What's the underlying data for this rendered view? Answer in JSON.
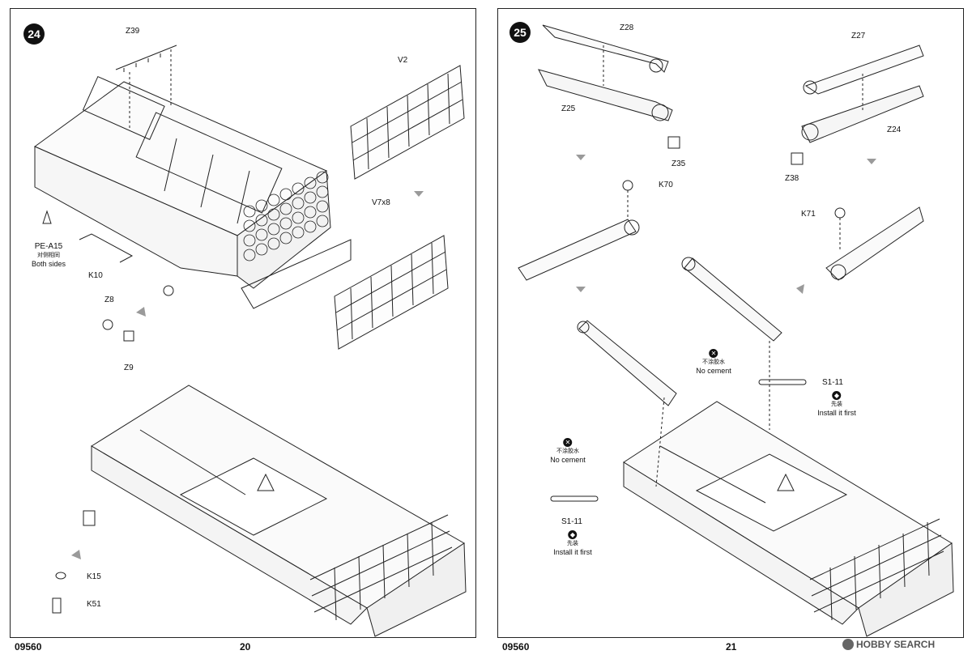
{
  "left_page": {
    "step_number": "24",
    "page_number": "20",
    "product_code": "09560",
    "labels": {
      "z39": "Z39",
      "v2": "V2",
      "v7x8": "V7x8",
      "pe_a15": "PE-A15",
      "pe_a15_cn": "对侧相同",
      "pe_a15_note": "Both sides",
      "k10": "K10",
      "z8": "Z8",
      "z9": "Z9",
      "k15": "K15",
      "k51": "K51"
    }
  },
  "right_page": {
    "step_number": "25",
    "page_number": "21",
    "product_code": "09560",
    "labels": {
      "z28": "Z28",
      "z25": "Z25",
      "z35": "Z35",
      "z27": "Z27",
      "z24": "Z24",
      "z38": "Z38",
      "k70": "K70",
      "k71": "K71",
      "s1_11_a": "S1-11",
      "s1_11_b": "S1-11"
    },
    "notes": {
      "no_cement_cn_a": "不涂胶水",
      "no_cement_a": "No cement",
      "no_cement_cn_b": "不涂胶水",
      "no_cement_b": "No cement",
      "install_cn_a": "先装",
      "install_a": "Install it first",
      "install_cn_b": "先装",
      "install_b": "Install it first"
    }
  },
  "watermark": "HOBBY SEARCH",
  "icons": [
    "no-cement-icon",
    "install-first-icon",
    "arrow-icon"
  ]
}
